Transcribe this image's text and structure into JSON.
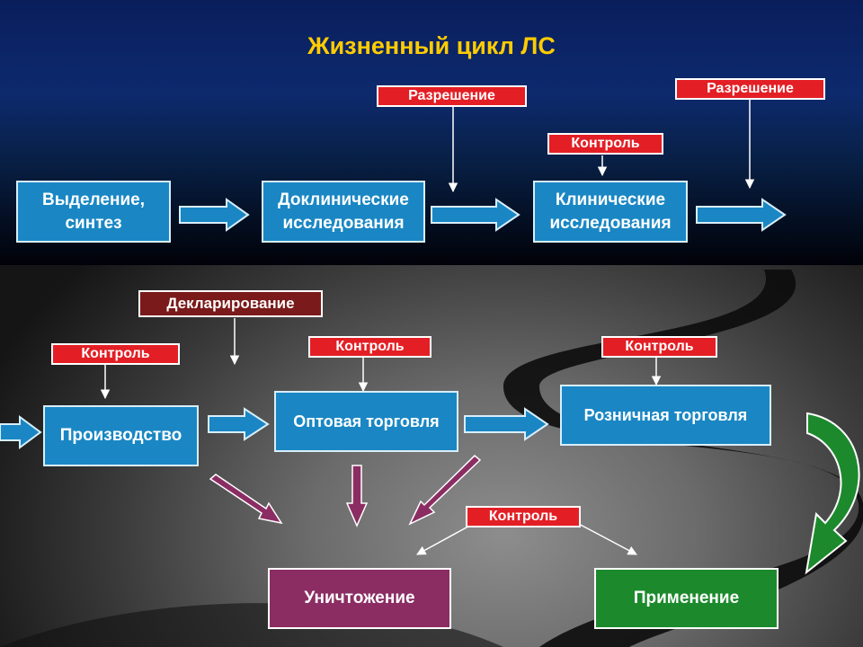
{
  "title": "Жизненный цикл ЛС",
  "colors": {
    "title": "#ffcc00",
    "stage_box": "#1a87c4",
    "tag": "#e31f25",
    "tag_dark": "#7a1a1a",
    "destroy_box": "#8b2d63",
    "apply_box": "#1c8a2c",
    "main_arrow": "#1a87c4",
    "waste_arrow": "#8b2d63",
    "cycle_arrow": "#1c8a2c"
  },
  "stages": {
    "synthesis": "Выделение,\nсинтез",
    "preclinical": "Доклинические\nисследования",
    "clinical": "Клинические\nисследования",
    "production": "Производство",
    "wholesale": "Оптовая торговля",
    "retail": "Розничная торговля",
    "destruction": "Уничтожение",
    "application": "Применение"
  },
  "tags": {
    "permission_1": "Разрешение",
    "permission_2": "Разрешение",
    "control_clinical": "Контроль",
    "declaration": "Декларирование",
    "control_production": "Контроль",
    "control_wholesale": "Контроль",
    "control_retail": "Контроль",
    "control_final": "Контроль"
  }
}
